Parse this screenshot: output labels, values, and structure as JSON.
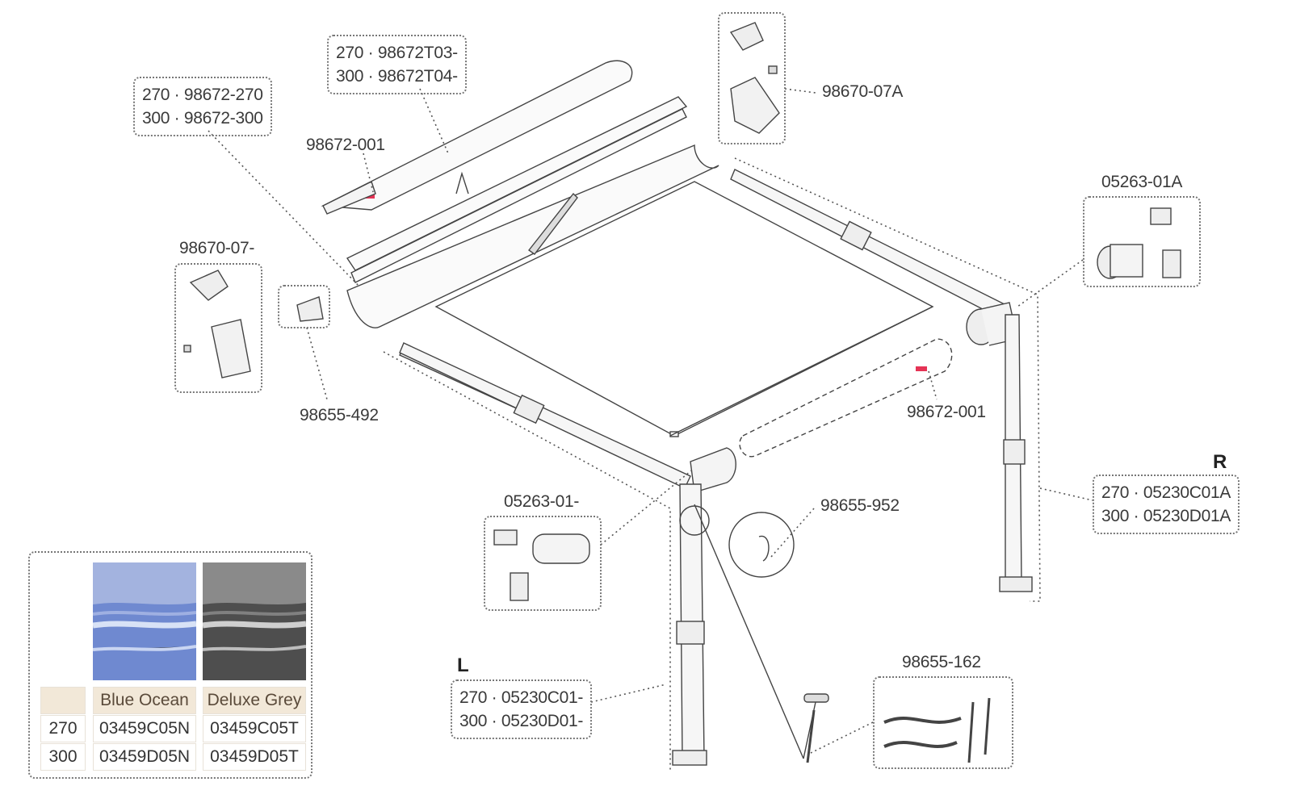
{
  "parts": {
    "lead_rail_box": {
      "line1": "270 · 98672-270",
      "line2": "300 · 98672-300"
    },
    "cover_box": {
      "line1": "270 · 98672T03-",
      "line2": "300 · 98672T04-"
    },
    "end_cap_top": "98672-001",
    "end_cap_bottom": "98672-001",
    "cassette_cap_right": "98670-07A",
    "cassette_cap_left": "98670-07-",
    "bracket": "98655-492",
    "joint_right": "05263-01A",
    "joint_left": "05263-01-",
    "cord_clip": "98655-952",
    "tie_down_kit": "98655-162",
    "leg_right": {
      "side": "R",
      "line1": "270 · 05230C01A",
      "line2": "300 · 05230D01A"
    },
    "leg_left": {
      "side": "L",
      "line1": "270 · 05230C01-",
      "line2": "300 · 05230D01-"
    }
  },
  "fabric_table": {
    "columns": [
      "",
      "Blue Ocean",
      "Deluxe Grey"
    ],
    "rows": [
      [
        "270",
        "03459C05N",
        "03459C05T"
      ],
      [
        "300",
        "03459D05N",
        "03459D05T"
      ]
    ],
    "colors": {
      "blue_ocean": "#7a93d6",
      "deluxe_grey": "#5c5c5c"
    }
  }
}
